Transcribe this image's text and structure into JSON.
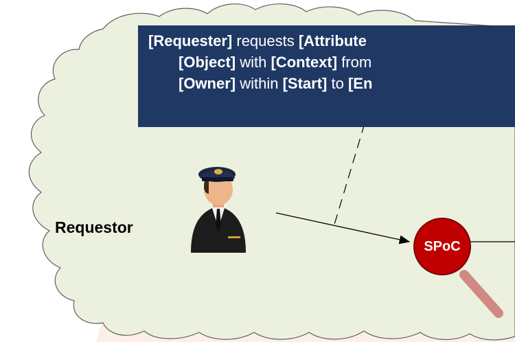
{
  "banner": {
    "line1": [
      {
        "text": "[Requester]",
        "bold": true
      },
      {
        "text": " requests ",
        "bold": false
      },
      {
        "text": "[Attribute",
        "bold": true
      }
    ],
    "line2": [
      {
        "text": "[Object]",
        "bold": true
      },
      {
        "text": " with ",
        "bold": false
      },
      {
        "text": "[Context]",
        "bold": true
      },
      {
        "text": " from",
        "bold": false
      }
    ],
    "line3": [
      {
        "text": "[Owner]",
        "bold": true
      },
      {
        "text": " within ",
        "bold": false
      },
      {
        "text": "[Start]",
        "bold": true
      },
      {
        "text": " to ",
        "bold": false
      },
      {
        "text": "[En",
        "bold": true
      }
    ]
  },
  "actors": {
    "requestor_label": "Requestor",
    "requestor_icon": "pilot-person-icon"
  },
  "nodes": {
    "spoc_label": "SPoC"
  },
  "colors": {
    "banner_bg": "#1f3864",
    "cloud_fill": "#ebf1de",
    "background_fill": "#fdeee8",
    "spoc_fill": "#c00000",
    "spoc_stem": "#d08a85"
  }
}
